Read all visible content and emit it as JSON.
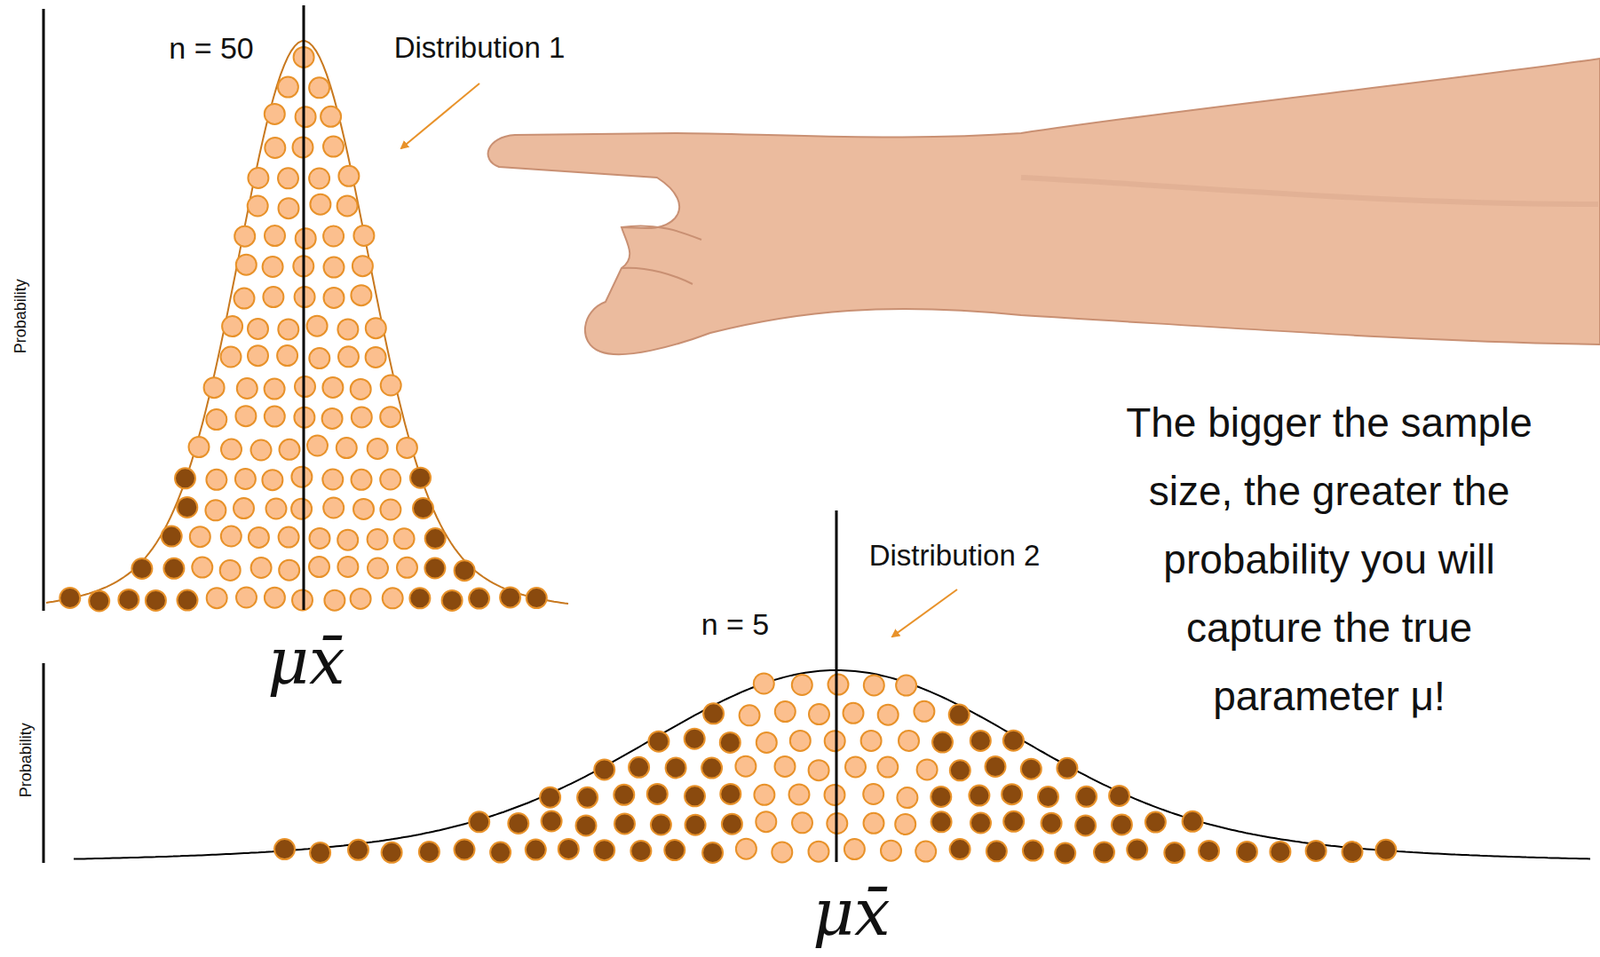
{
  "diagram": {
    "labels": [
      "n = 50",
      "Distribution 1",
      "Probability",
      "μx̄",
      "Distribution 2",
      "n = 5",
      "Probability",
      "μx̄",
      "The bigger the sample size, the greater the probability you will capture the true parameter μ!"
    ]
  }
}
